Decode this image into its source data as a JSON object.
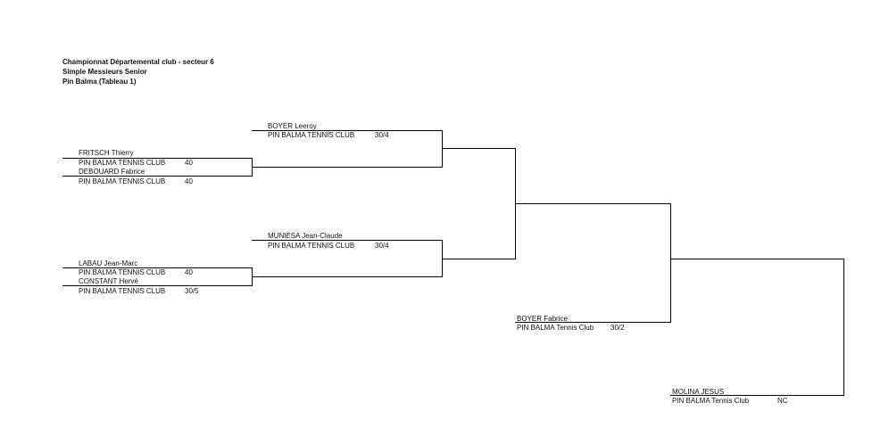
{
  "header": {
    "line1": "Championnat Départemental club - secteur 6",
    "line2": "Simple Messieurs Senior",
    "line3": "Pin Balma (Tableau 1)"
  },
  "round1": [
    {
      "name": "FRITSCH Thierry",
      "club": "PIN BALMA  TENNIS CLUB",
      "rank": "40"
    },
    {
      "name": "DEBOUARD Fabrice",
      "club": "PIN BALMA  TENNIS CLUB",
      "rank": "40"
    },
    {
      "name": "LABAU Jean-Marc",
      "club": "PIN BALMA  TENNIS CLUB",
      "rank": "40"
    },
    {
      "name": "CONSTANT Hervé",
      "club": "PIN BALMA  TENNIS CLUB",
      "rank": "30/5"
    }
  ],
  "round2": [
    {
      "name": "BOYER Leeroy",
      "club": "PIN BALMA  TENNIS CLUB",
      "rank": "30/4"
    },
    {
      "name": "MUNIESA Jean-Claude",
      "club": "PIN BALMA  TENNIS CLUB",
      "rank": "30/4"
    }
  ],
  "round3": [
    {
      "name": "BOYER Fabrice",
      "club": "PIN BALMA Tennis Club",
      "rank": "30/2"
    }
  ],
  "round4": [
    {
      "name": "MOLINA JESUS",
      "club": "PIN BALMA Tennis Club",
      "rank": "NC"
    }
  ]
}
